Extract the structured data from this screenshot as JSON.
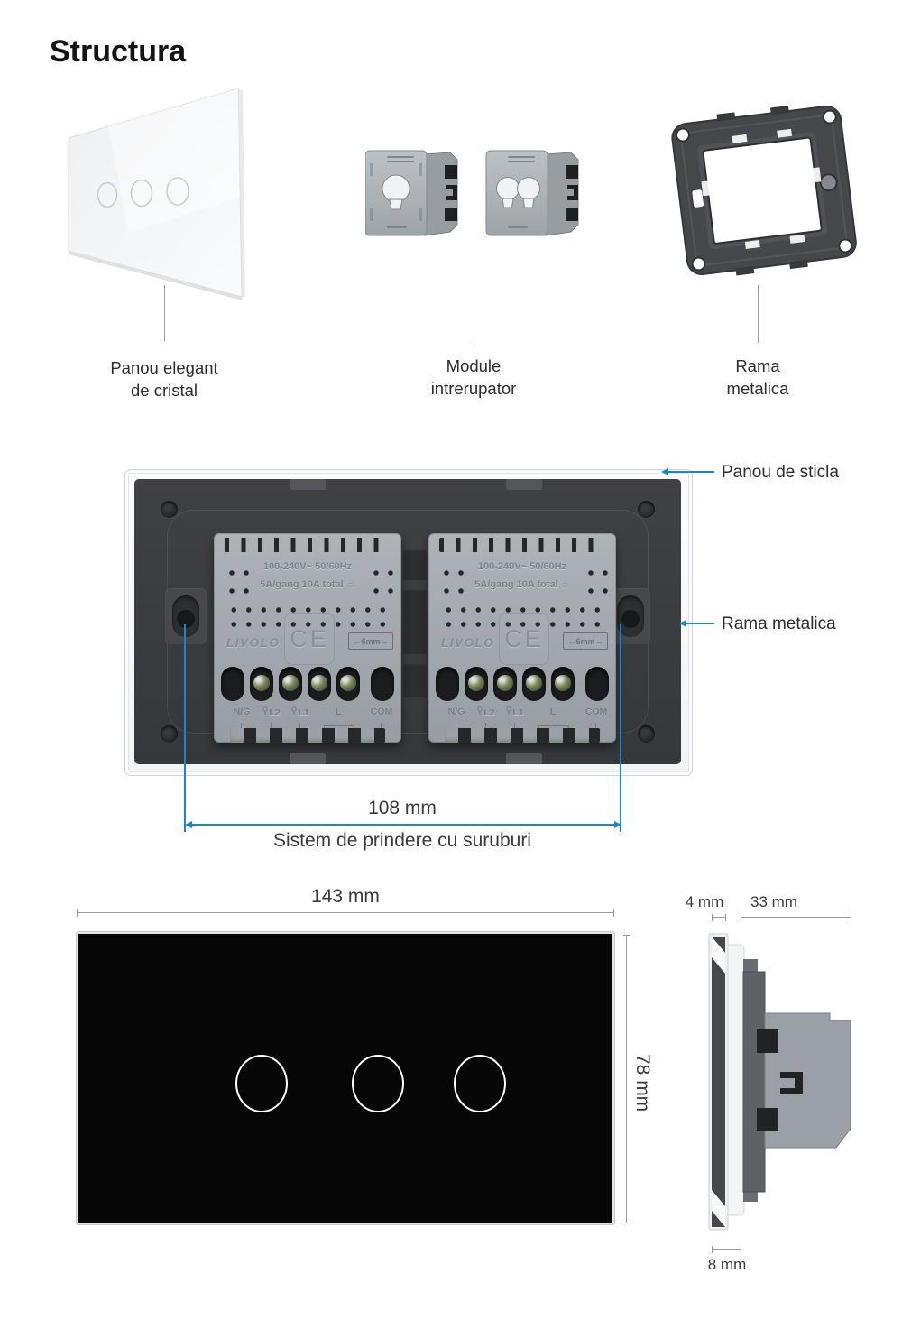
{
  "title": "Structura",
  "colors": {
    "accent_blue": "#1b87c8",
    "panel_black": "#070707",
    "module_gray": "#a3a8ad",
    "frame_dark": "#3b3c40"
  },
  "parts": {
    "glass": {
      "label_line1": "Panou elegant",
      "label_line2": "de cristal"
    },
    "module": {
      "label_line1": "Module",
      "label_line2": "intrerupator"
    },
    "frame": {
      "label_line1": "Rama",
      "label_line2": "metalica"
    }
  },
  "assembly": {
    "callout_glass": "Panou de sticla",
    "callout_frame": "Rama metalica",
    "screw_dim": "108 mm",
    "screw_caption": "Sistem de prindere cu suruburi",
    "module": {
      "rating1": "100-240V~  50/60Hz",
      "rating2": "5A/gang 10A total ☼",
      "brand": "LIVOLO",
      "ce": "CE",
      "wire_mark": "←6mm→",
      "t0": "N/G",
      "t1": "L2",
      "t2": "L1",
      "t3": "L",
      "t4": "COM"
    }
  },
  "dims": {
    "width": "143 mm",
    "height": "78 mm",
    "glass_thickness": "4 mm",
    "module_depth": "33 mm",
    "front_depth": "8 mm"
  }
}
